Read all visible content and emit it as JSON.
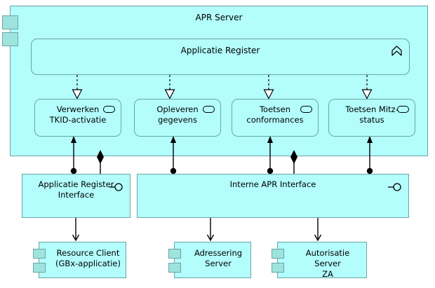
{
  "diagram": {
    "title": "APR Server",
    "notation": "ArchiMate",
    "palette": {
      "node_fill": "#b3fdfd",
      "node_border": "#6ba5a5",
      "tab_fill": "#9fe3de",
      "connector": "#000000",
      "canvas": "#ffffff"
    }
  },
  "apr_server": {
    "label": "APR Server",
    "icon": "component-icon"
  },
  "applicatie_register": {
    "label": "Applicatie Register",
    "icon": "chevron-function-icon"
  },
  "services": [
    {
      "id": "verwerken-tkid-activatie",
      "label": "Verwerken\nTKID-activatie",
      "icon": "application-service-oval-icon"
    },
    {
      "id": "opleveren-gegevens",
      "label": "Opleveren\ngegevens",
      "icon": "application-service-oval-icon"
    },
    {
      "id": "toetsen-conformances",
      "label": "Toetsen\nconformances",
      "icon": "application-service-oval-icon"
    },
    {
      "id": "toetsen-mitz-status",
      "label": "Toetsen Mitz-\nstatus",
      "icon": "application-service-oval-icon"
    }
  ],
  "interfaces": [
    {
      "id": "applicatie-register-interface",
      "label": "Applicatie Register\nInterface",
      "icon": "lollipop-interface-icon"
    },
    {
      "id": "interne-apr-interface",
      "label": "Interne APR Interface",
      "icon": "lollipop-interface-icon"
    }
  ],
  "components": [
    {
      "id": "resource-client",
      "label": "Resource Client\n(GBx-applicatie)",
      "icon": "component-icon"
    },
    {
      "id": "adressering-server",
      "label": "Adressering\nServer",
      "icon": "component-icon"
    },
    {
      "id": "autorisatie-server-za",
      "label": "Autorisatie Server\nZA",
      "icon": "component-icon"
    }
  ],
  "relationships": [
    {
      "type": "realization",
      "from": "applicatie-register",
      "to": "verwerken-tkid-activatie",
      "style": "dashed-hollow-triangle"
    },
    {
      "type": "realization",
      "from": "applicatie-register",
      "to": "opleveren-gegevens",
      "style": "dashed-hollow-triangle"
    },
    {
      "type": "realization",
      "from": "applicatie-register",
      "to": "toetsen-conformances",
      "style": "dashed-hollow-triangle"
    },
    {
      "type": "realization",
      "from": "applicatie-register",
      "to": "toetsen-mitz-status",
      "style": "dashed-hollow-triangle"
    },
    {
      "type": "assignment",
      "from": "applicatie-register-interface",
      "to": "verwerken-tkid-activatie",
      "style": "ball-to-arrow"
    },
    {
      "type": "assignment",
      "from": "interne-apr-interface",
      "to": "opleveren-gegevens",
      "style": "ball-to-arrow"
    },
    {
      "type": "assignment",
      "from": "interne-apr-interface",
      "to": "toetsen-conformances",
      "style": "ball-to-arrow"
    },
    {
      "type": "assignment",
      "from": "interne-apr-interface",
      "to": "toetsen-mitz-status",
      "style": "ball-to-arrow"
    },
    {
      "type": "composition",
      "from": "apr-server",
      "to": "applicatie-register-interface",
      "style": "filled-diamond"
    },
    {
      "type": "composition",
      "from": "apr-server",
      "to": "interne-apr-interface",
      "style": "filled-diamond"
    },
    {
      "type": "serving",
      "from": "applicatie-register-interface",
      "to": "resource-client",
      "style": "solid-open-arrow"
    },
    {
      "type": "serving",
      "from": "interne-apr-interface",
      "to": "adressering-server",
      "style": "solid-open-arrow"
    },
    {
      "type": "serving",
      "from": "interne-apr-interface",
      "to": "autorisatie-server-za",
      "style": "solid-open-arrow"
    }
  ]
}
